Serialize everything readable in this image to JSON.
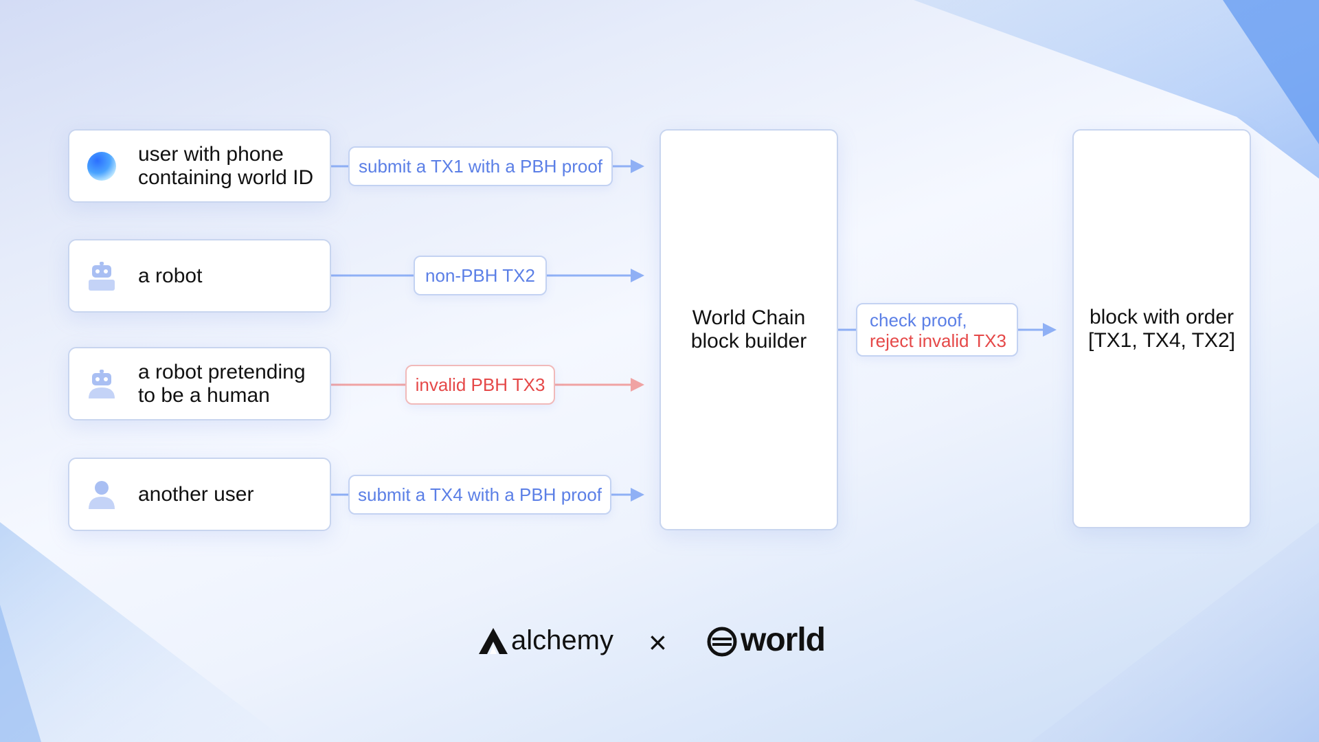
{
  "actors": [
    {
      "text": "user with phone\ncontaining world ID",
      "icon": "orb-icon"
    },
    {
      "text": "a robot",
      "icon": "robot-icon"
    },
    {
      "text": "a robot pretending\nto be a human",
      "icon": "robot-human-icon"
    },
    {
      "text": "another user",
      "icon": "person-icon"
    }
  ],
  "transactions": [
    {
      "label": "submit a TX1 with a PBH proof",
      "status": "valid"
    },
    {
      "label": "non-PBH TX2",
      "status": "valid"
    },
    {
      "label": "invalid PBH TX3",
      "status": "invalid"
    },
    {
      "label": "submit a TX4 with a PBH proof",
      "status": "valid"
    }
  ],
  "builder": {
    "text": "World Chain\nblock builder"
  },
  "check": {
    "line1": "check proof,",
    "line2": "reject invalid TX3"
  },
  "block": {
    "text": "block with order\n[TX1, TX4, TX2]"
  },
  "logos": {
    "alchemy": "alchemy",
    "separator": "×",
    "world": "world"
  },
  "colors": {
    "accent_blue": "#5b7fe6",
    "line_blue": "#8fb0f5",
    "invalid_red": "#e54848",
    "line_red": "#f0a3a3"
  }
}
